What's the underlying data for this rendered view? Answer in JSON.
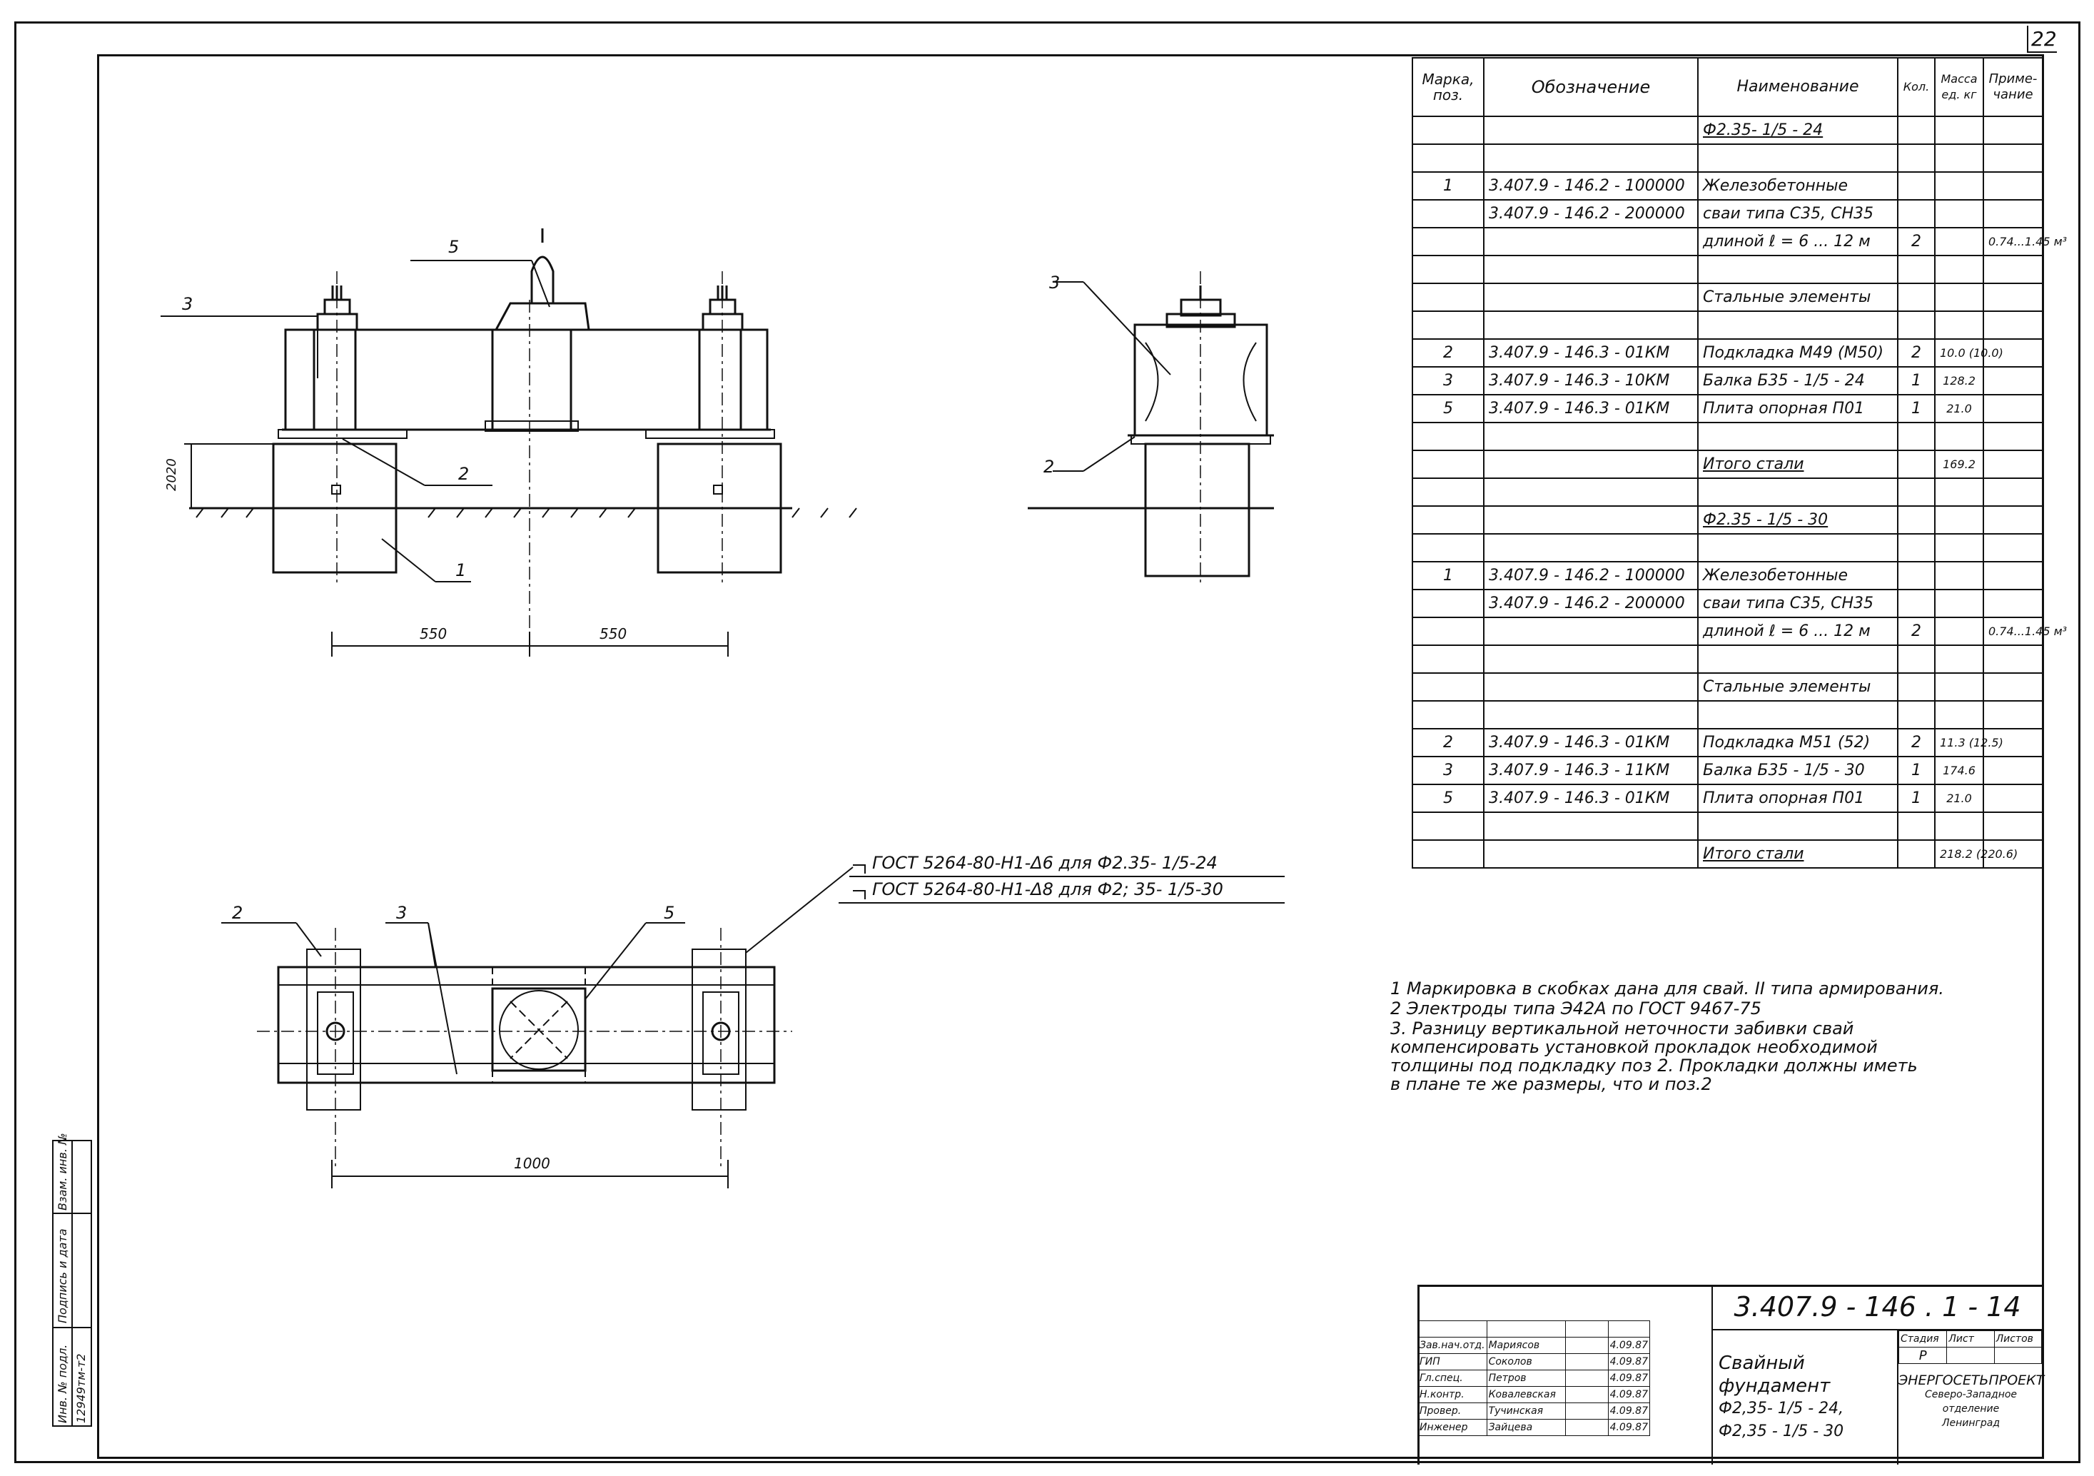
{
  "sheet_number": "22",
  "drawing": {
    "elevation_labels": {
      "part_3": "3",
      "part_5": "5",
      "part_2": "2",
      "part_1": "1",
      "height_dim": "2020",
      "dim_left": "550",
      "dim_right": "550"
    },
    "side_labels": {
      "part_3": "3",
      "part_2": "2"
    },
    "plan_labels": {
      "part_2": "2",
      "part_3": "3",
      "part_5": "5",
      "length_dim": "1000"
    },
    "weld_notes": [
      "ГОСТ 5264-80-Н1-Δ6  для  Ф2.35- 1/5-24",
      "ГОСТ 5264-80-Н1-Δ8  для  Ф2; 35- 1/5-30"
    ]
  },
  "spec_table": {
    "headers": {
      "pos": "Марка, поз.",
      "designation": "Обозначение",
      "name": "Наименование",
      "qty": "Кол.",
      "mass": "Масса ед. кг",
      "note": "Приме- чание"
    },
    "rows": [
      {
        "pos": "",
        "designation": "",
        "name": "Ф2.35- 1/5 - 24",
        "qty": "",
        "mass": "",
        "note": "",
        "underline": true
      },
      {
        "pos": "",
        "designation": "",
        "name": "",
        "qty": "",
        "mass": "",
        "note": ""
      },
      {
        "pos": "1",
        "designation": "3.407.9 - 146.2 - 100000",
        "name": "Железобетонные",
        "qty": "",
        "mass": "",
        "note": ""
      },
      {
        "pos": "",
        "designation": "3.407.9 - 146.2 - 200000",
        "name": "сваи  типа  С35, СН35",
        "qty": "",
        "mass": "",
        "note": ""
      },
      {
        "pos": "",
        "designation": "",
        "name": "длиной  ℓ = 6 ... 12 м",
        "qty": "2",
        "mass": "",
        "note": "0.74...1.45 м³"
      },
      {
        "pos": "",
        "designation": "",
        "name": "",
        "qty": "",
        "mass": "",
        "note": ""
      },
      {
        "pos": "",
        "designation": "",
        "name": "Стальные  элементы",
        "qty": "",
        "mass": "",
        "note": ""
      },
      {
        "pos": "",
        "designation": "",
        "name": "",
        "qty": "",
        "mass": "",
        "note": ""
      },
      {
        "pos": "2",
        "designation": "3.407.9 - 146.3 - 01КМ",
        "name": "Подкладка  М49 (М50)",
        "qty": "2",
        "mass": "10.0 (10.0)",
        "note": ""
      },
      {
        "pos": "3",
        "designation": "3.407.9 - 146.3 - 10КМ",
        "name": "Балка  Б35 - 1/5 - 24",
        "qty": "1",
        "mass": "128.2",
        "note": ""
      },
      {
        "pos": "5",
        "designation": "3.407.9 - 146.3 - 01КМ",
        "name": "Плита  опорная  П01",
        "qty": "1",
        "mass": "21.0",
        "note": ""
      },
      {
        "pos": "",
        "designation": "",
        "name": "",
        "qty": "",
        "mass": "",
        "note": ""
      },
      {
        "pos": "",
        "designation": "",
        "name": "Итого  стали",
        "qty": "",
        "mass": "169.2",
        "note": "",
        "underline": true
      },
      {
        "pos": "",
        "designation": "",
        "name": "",
        "qty": "",
        "mass": "",
        "note": ""
      },
      {
        "pos": "",
        "designation": "",
        "name": "Ф2.35 - 1/5 - 30",
        "qty": "",
        "mass": "",
        "note": "",
        "underline": true
      },
      {
        "pos": "",
        "designation": "",
        "name": "",
        "qty": "",
        "mass": "",
        "note": ""
      },
      {
        "pos": "1",
        "designation": "3.407.9 - 146.2 - 100000",
        "name": "Железобетонные",
        "qty": "",
        "mass": "",
        "note": ""
      },
      {
        "pos": "",
        "designation": "3.407.9 - 146.2 - 200000",
        "name": "сваи  типа  С35, СН35",
        "qty": "",
        "mass": "",
        "note": ""
      },
      {
        "pos": "",
        "designation": "",
        "name": "длиной  ℓ = 6 ... 12 м",
        "qty": "2",
        "mass": "",
        "note": "0.74...1.45 м³"
      },
      {
        "pos": "",
        "designation": "",
        "name": "",
        "qty": "",
        "mass": "",
        "note": ""
      },
      {
        "pos": "",
        "designation": "",
        "name": "Стальные  элементы",
        "qty": "",
        "mass": "",
        "note": ""
      },
      {
        "pos": "",
        "designation": "",
        "name": "",
        "qty": "",
        "mass": "",
        "note": ""
      },
      {
        "pos": "2",
        "designation": "3.407.9 - 146.3 - 01КМ",
        "name": "Подкладка  М51 (52)",
        "qty": "2",
        "mass": "11.3 (12.5)",
        "note": ""
      },
      {
        "pos": "3",
        "designation": "3.407.9 - 146.3 - 11КМ",
        "name": "Балка  Б35 - 1/5 - 30",
        "qty": "1",
        "mass": "174.6",
        "note": ""
      },
      {
        "pos": "5",
        "designation": "3.407.9 - 146.3 - 01КМ",
        "name": "Плита  опорная  П01",
        "qty": "1",
        "mass": "21.0",
        "note": ""
      },
      {
        "pos": "",
        "designation": "",
        "name": "",
        "qty": "",
        "mass": "",
        "note": ""
      },
      {
        "pos": "",
        "designation": "",
        "name": "Итого  стали",
        "qty": "",
        "mass": "218.2 (220.6)",
        "note": "",
        "underline": true
      }
    ]
  },
  "notes": [
    "1  Маркировка  в  скобках  дана  для  свай.  II  типа  армирования.",
    "2  Электроды   типа  Э42А  по  ГОСТ  9467-75",
    "3.  Разницу  вертикальной  неточности  забивки  свай  компенсировать  установкой  прокладок  необходимой  толщины  под  подкладку  поз 2.  Прокладки  должны  иметь  в  плане  те  же  размеры,  что  и  поз.2"
  ],
  "title_block": {
    "code": "3.407.9 - 146 . 1 - 14",
    "title_line1": "Свайный  фундамент",
    "title_line2": "Ф2,35- 1/5 - 24,  Ф2,35 - 1/5 - 30",
    "stage_header": "Стадия",
    "sheet_header": "Лист",
    "sheets_header": "Листов",
    "stage_value": "Р",
    "org_line1": "ЭНЕРГОСЕТЬПРОЕКТ",
    "org_line2": "Северо-Западное отделение",
    "org_line3": "Ленинград",
    "signatures": [
      {
        "role": "Зав.нач.отд.",
        "name": "Мариясов",
        "date": "4.09.87"
      },
      {
        "role": "ГИП",
        "name": "Соколов",
        "date": "4.09.87"
      },
      {
        "role": "Гл.спец.",
        "name": "Петров",
        "date": "4.09.87"
      },
      {
        "role": "Н.контр.",
        "name": "Ковалевская",
        "date": "4.09.87"
      },
      {
        "role": "Провер.",
        "name": "Тучинская",
        "date": "4.09.87"
      },
      {
        "role": "Инженер",
        "name": "Зайцева",
        "date": "4.09.87"
      }
    ]
  },
  "sidebar": {
    "inv_label": "Инв. № подл.",
    "inv_value": "12949тм-т2",
    "sign_label": "Подпись и дата",
    "vzam_label": "Взам. инв. №"
  }
}
